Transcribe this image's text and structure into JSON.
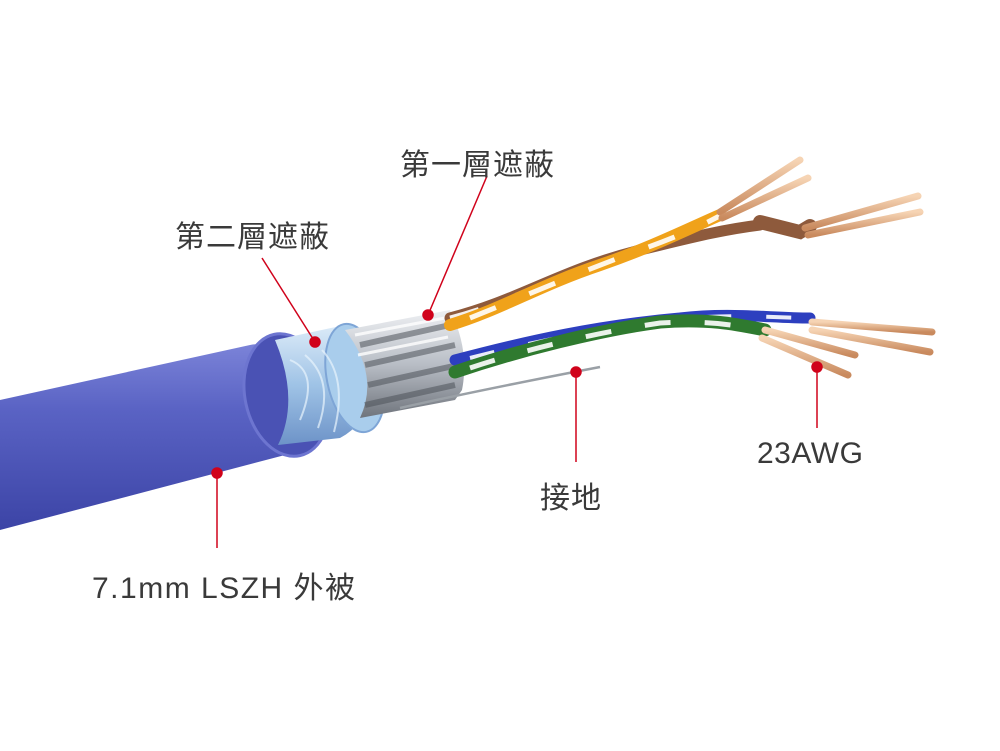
{
  "labels": {
    "shield1": "第一層遮蔽",
    "shield2": "第二層遮蔽",
    "ground": "接地",
    "awg": "23AWG",
    "jacket": "7.1mm LSZH 外被"
  },
  "colors": {
    "callout": "#d0021b",
    "jacket": "#5a63c2",
    "braid": "#b9d6ef",
    "foil": "#c9ccd1",
    "copper": "#e0a982",
    "pair_orange": "#f0a21a",
    "pair_brown": "#8e5a3c",
    "pair_green": "#2f7a2f",
    "pair_blue": "#2d3fbf"
  }
}
